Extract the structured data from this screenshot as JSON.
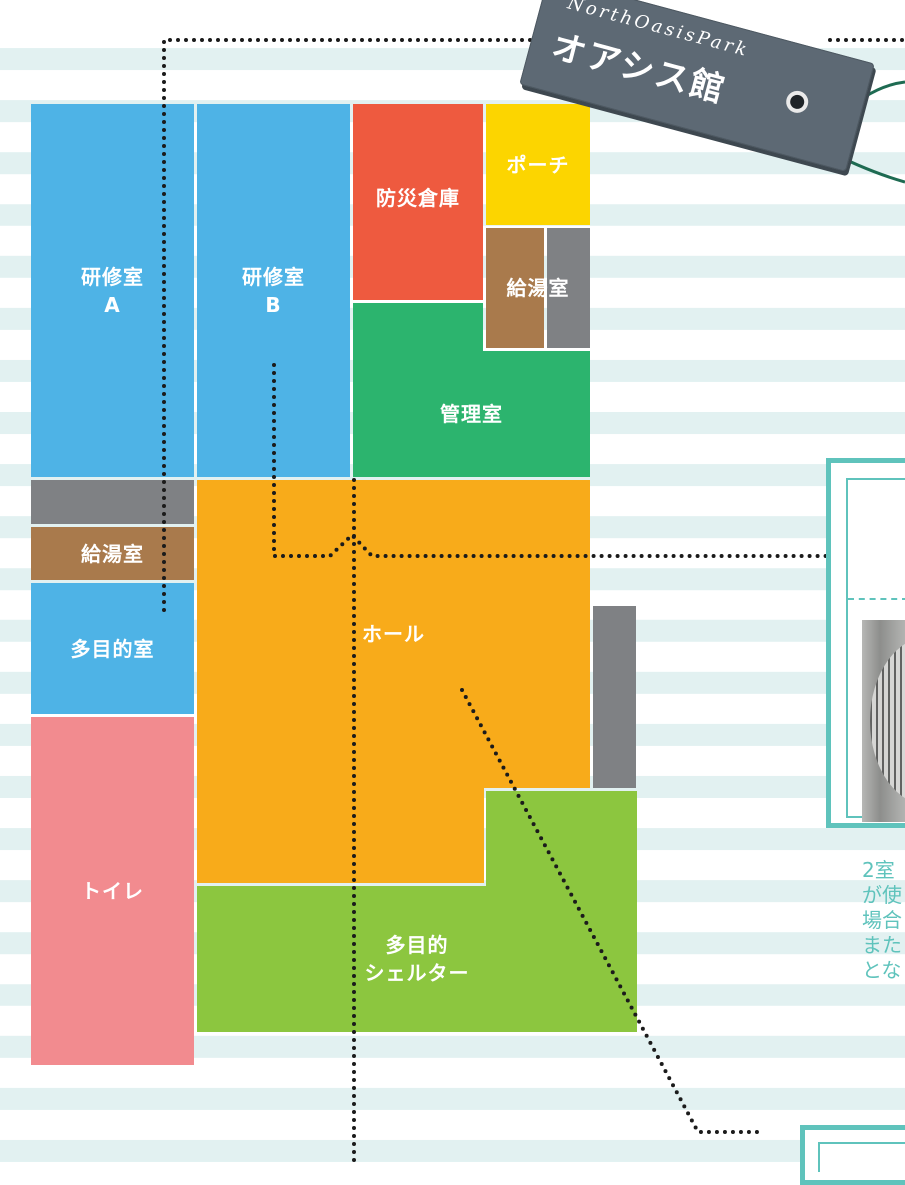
{
  "tag": {
    "title_en": "NorthOasisPark",
    "title_ja": "オアシス館"
  },
  "rooms": {
    "kenshu_a": "研修室\nA",
    "kenshu_b": "研修室\nB",
    "bousai": "防災倉庫",
    "porch": "ポーチ",
    "kyuto_top": "給湯室",
    "kanri": "管理室",
    "kyuto_left": "給湯室",
    "tamokuteki": "多目的室",
    "hall": "ホール",
    "toilet": "トイレ",
    "shelter": "多目的\nシェルター"
  },
  "panel": {
    "text_lines": [
      "2室",
      "が使",
      "場合",
      "また",
      "とな"
    ]
  },
  "colors": {
    "blue": "#4eb3e6",
    "red": "#ee5a3f",
    "yellow": "#fcd500",
    "brown": "#a97a4c",
    "gray": "#7f8184",
    "green": "#2cb46e",
    "orange": "#f8ab1a",
    "lime": "#8cc63f",
    "pink": "#f28b8f",
    "teal": "#5fc3bc"
  }
}
